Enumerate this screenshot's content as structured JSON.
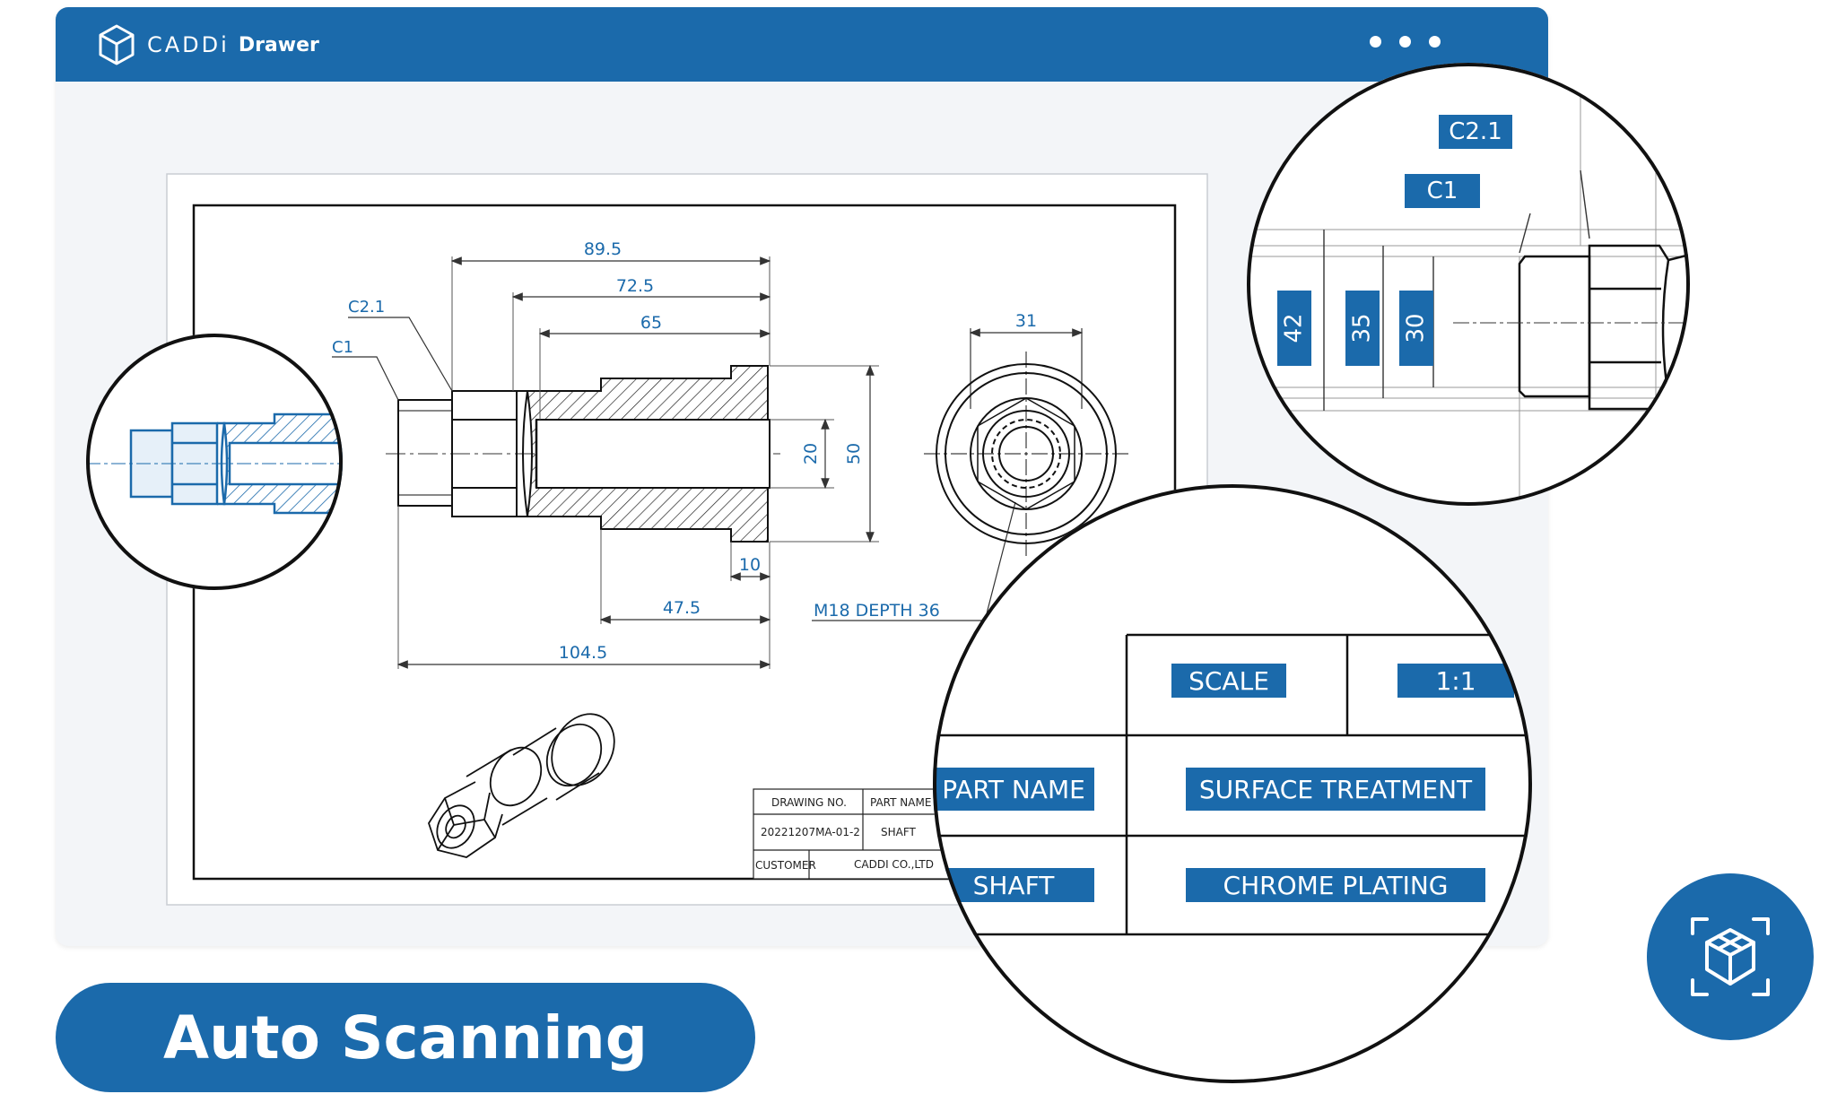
{
  "app": {
    "brand": "CADDi",
    "product": "Drawer",
    "menu_icon": "more-horizontal-icon",
    "logo_icon": "cube-icon",
    "accent_color": "#1b6aab"
  },
  "drawing": {
    "dimensions": {
      "d89_5": "89.5",
      "d72_5": "72.5",
      "d65": "65",
      "c2_1": "C2.1",
      "c1": "C1",
      "d20": "20",
      "d50": "50",
      "d10": "10",
      "d47_5": "47.5",
      "d104_5": "104.5",
      "d31": "31",
      "thread": "M18 DEPTH 36"
    },
    "title_block": {
      "drawing_no_label": "DRAWING NO.",
      "part_name_label": "PART NAME",
      "drawing_no": "20221207MA-01-2",
      "part_name": "SHAFT",
      "customer_label": "CUSTOMER",
      "customer": "CADDI CO.,LTD"
    }
  },
  "zoom_top": {
    "tags": [
      "C2.1",
      "C1",
      "42",
      "35",
      "30"
    ]
  },
  "zoom_bottom": {
    "scale_label": "SCALE",
    "scale_value": "1:1",
    "part_name_label": "PART NAME",
    "surface_treatment_label": "SURFACE TREATMENT",
    "part_name_value": "SHAFT",
    "surface_treatment_value": "CHROME PLATING"
  },
  "feature": {
    "label": "Auto Scanning",
    "scan_icon": "scan-cube-icon"
  }
}
